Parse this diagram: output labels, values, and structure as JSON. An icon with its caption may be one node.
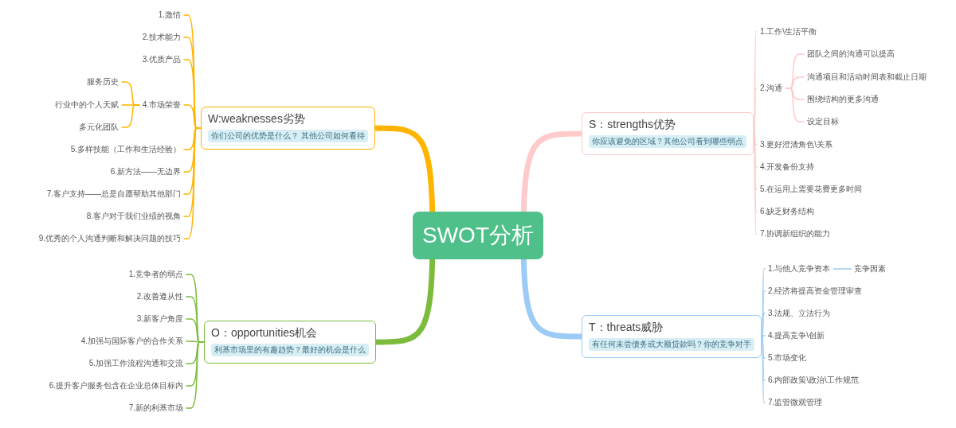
{
  "diagram": {
    "nodes": [
      {
        "text": [
          "SWOT分析"
        ]
      },
      {
        "text": [
          "W:weaknesses劣势",
          "你们公司的优势是什么？ 其他公司如何看待"
        ]
      },
      {
        "text": [
          "1.激情"
        ]
      },
      {
        "text": [
          "2.技术能力"
        ]
      },
      {
        "text": [
          "3.优质产品"
        ]
      },
      {
        "text": [
          "4.市场荣誉"
        ]
      },
      {
        "text": [
          "服务历史"
        ]
      },
      {
        "text": [
          "行业中的个人天赋"
        ]
      },
      {
        "text": [
          "多元化团队"
        ]
      },
      {
        "text": [
          "5.多样技能（工作和生活经验）"
        ]
      },
      {
        "text": [
          "6.新方法——无边界"
        ]
      },
      {
        "text": [
          "7.客户支持——总是自愿帮助其他部门"
        ]
      },
      {
        "text": [
          "8.客户对于我们业绩的视角"
        ]
      },
      {
        "text": [
          "9.优秀的个人沟通判断和解决问题的技巧"
        ]
      },
      {
        "text": [
          "S：strengths优势",
          "你应该避免的区域？其他公司看到哪些弱点"
        ]
      },
      {
        "text": [
          "1.工作\\生活平衡"
        ]
      },
      {
        "text": [
          "2.沟通"
        ]
      },
      {
        "text": [
          "团队之间的沟通可以提高"
        ]
      },
      {
        "text": [
          "沟通项目和活动时间表和截止日期"
        ]
      },
      {
        "text": [
          "围绕结构的更多沟通"
        ]
      },
      {
        "text": [
          "设定目标"
        ]
      },
      {
        "text": [
          "3.更好澄清角色\\关系"
        ]
      },
      {
        "text": [
          "4.开发备份支持"
        ]
      },
      {
        "text": [
          "5.在运用上需要花费更多时间"
        ]
      },
      {
        "text": [
          "6.缺乏财务结构"
        ]
      },
      {
        "text": [
          "7.协调新组织的能力"
        ]
      },
      {
        "text": [
          "O：opportunities机会",
          "利基市场里的有趣趋势？最好的机会是什么"
        ]
      },
      {
        "text": [
          "1.竞争者的弱点"
        ]
      },
      {
        "text": [
          "2.改善遵从性"
        ]
      },
      {
        "text": [
          "3.新客户角度"
        ]
      },
      {
        "text": [
          "4.加强与国际客户的合作关系"
        ]
      },
      {
        "text": [
          "5.加强工作流程沟通和交流"
        ]
      },
      {
        "text": [
          "6.提升客户服务包含在企业总体目标内"
        ]
      },
      {
        "text": [
          "7.新的利基市场"
        ]
      },
      {
        "text": [
          "T：threats威胁",
          "有任何未尝债务或大额贷款吗？你的竞争对手"
        ]
      },
      {
        "text": [
          "1.与他人竞争资本"
        ]
      },
      {
        "text": [
          "竞争因素"
        ]
      },
      {
        "text": [
          "2.经济将提高资金管理审查"
        ]
      },
      {
        "text": [
          "3.法规、立法行为"
        ]
      },
      {
        "text": [
          "4.提高竞争\\创新"
        ]
      },
      {
        "text": [
          "5.市场变化"
        ]
      },
      {
        "text": [
          "6.内部政策\\政治\\工作规范"
        ]
      },
      {
        "text": [
          "7.监管微观管理"
        ]
      }
    ],
    "edges": [
      {
        "from": 0,
        "to": 1,
        "arrow": "none",
        "style": "thick",
        "color": "#ffb400"
      },
      {
        "from": 0,
        "to": 14,
        "arrow": "none",
        "style": "thick",
        "color": "#ffcaca"
      },
      {
        "from": 0,
        "to": 26,
        "arrow": "none",
        "style": "thick",
        "color": "#7cbb3c"
      },
      {
        "from": 0,
        "to": 34,
        "arrow": "none",
        "style": "thick",
        "color": "#9ccbf5"
      },
      {
        "from": 1,
        "to": 2,
        "arrow": "none",
        "color": "#ffb400"
      },
      {
        "from": 1,
        "to": 3,
        "arrow": "none",
        "color": "#ffb400"
      },
      {
        "from": 1,
        "to": 4,
        "arrow": "none",
        "color": "#ffb400"
      },
      {
        "from": 1,
        "to": 5,
        "arrow": "none",
        "color": "#ffb400"
      },
      {
        "from": 5,
        "to": 6,
        "arrow": "none",
        "color": "#ffb400"
      },
      {
        "from": 5,
        "to": 7,
        "arrow": "none",
        "color": "#ffb400"
      },
      {
        "from": 5,
        "to": 8,
        "arrow": "none",
        "color": "#ffb400"
      },
      {
        "from": 1,
        "to": 9,
        "arrow": "none",
        "color": "#ffb400"
      },
      {
        "from": 1,
        "to": 10,
        "arrow": "none",
        "color": "#ffb400"
      },
      {
        "from": 1,
        "to": 11,
        "arrow": "none",
        "color": "#ffb400"
      },
      {
        "from": 1,
        "to": 12,
        "arrow": "none",
        "color": "#ffb400"
      },
      {
        "from": 1,
        "to": 13,
        "arrow": "none",
        "color": "#ffb400"
      },
      {
        "from": 14,
        "to": 15,
        "arrow": "none",
        "color": "#ffcaca"
      },
      {
        "from": 14,
        "to": 16,
        "arrow": "none",
        "color": "#ffcaca"
      },
      {
        "from": 16,
        "to": 17,
        "arrow": "none",
        "color": "#ffcaca"
      },
      {
        "from": 16,
        "to": 18,
        "arrow": "none",
        "color": "#ffcaca"
      },
      {
        "from": 16,
        "to": 19,
        "arrow": "none",
        "color": "#ffcaca"
      },
      {
        "from": 16,
        "to": 20,
        "arrow": "none",
        "color": "#ffcaca"
      },
      {
        "from": 14,
        "to": 21,
        "arrow": "none",
        "color": "#ffcaca"
      },
      {
        "from": 14,
        "to": 22,
        "arrow": "none",
        "color": "#ffcaca"
      },
      {
        "from": 14,
        "to": 23,
        "arrow": "none",
        "color": "#ffcaca"
      },
      {
        "from": 14,
        "to": 24,
        "arrow": "none",
        "color": "#ffcaca"
      },
      {
        "from": 14,
        "to": 25,
        "arrow": "none",
        "color": "#ffcaca"
      },
      {
        "from": 26,
        "to": 27,
        "arrow": "none",
        "color": "#7cbb3c"
      },
      {
        "from": 26,
        "to": 28,
        "arrow": "none",
        "color": "#7cbb3c"
      },
      {
        "from": 26,
        "to": 29,
        "arrow": "none",
        "color": "#7cbb3c"
      },
      {
        "from": 26,
        "to": 30,
        "arrow": "none",
        "color": "#7cbb3c"
      },
      {
        "from": 26,
        "to": 31,
        "arrow": "none",
        "color": "#7cbb3c"
      },
      {
        "from": 26,
        "to": 32,
        "arrow": "none",
        "color": "#7cbb3c"
      },
      {
        "from": 26,
        "to": 33,
        "arrow": "none",
        "color": "#7cbb3c"
      },
      {
        "from": 34,
        "to": 35,
        "arrow": "none",
        "color": "#9ccbf5"
      },
      {
        "from": 35,
        "to": 36,
        "arrow": "none",
        "color": "#9ccbf5"
      },
      {
        "from": 34,
        "to": 37,
        "arrow": "none",
        "color": "#9ccbf5"
      },
      {
        "from": 34,
        "to": 38,
        "arrow": "none",
        "color": "#9ccbf5"
      },
      {
        "from": 34,
        "to": 39,
        "arrow": "none",
        "color": "#9ccbf5"
      },
      {
        "from": 34,
        "to": 40,
        "arrow": "none",
        "color": "#9ccbf5"
      },
      {
        "from": 34,
        "to": 41,
        "arrow": "none",
        "color": "#9ccbf5"
      },
      {
        "from": 34,
        "to": 42,
        "arrow": "none",
        "color": "#9ccbf5"
      }
    ]
  }
}
